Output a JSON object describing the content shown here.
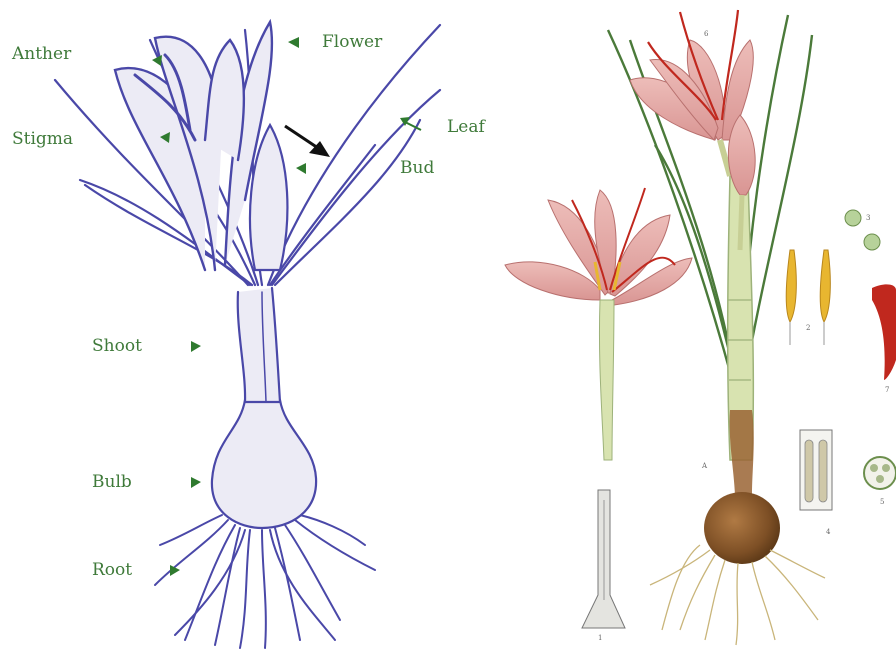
{
  "labels": {
    "anther": "Anther",
    "flower": "Flower",
    "stigma": "Stigma",
    "leaf": "Leaf",
    "bud": "Bud",
    "shoot": "Shoot",
    "bulb": "Bulb",
    "root": "Root"
  },
  "plate_marks": {
    "a": "A",
    "n1": "1",
    "n2": "2",
    "n3": "3",
    "n4": "4",
    "n5": "5",
    "n6": "6",
    "n7": "7"
  },
  "colors": {
    "label_text": "#3f7a3a",
    "arrow": "#2f7a2f",
    "sketch_ink": "#4a48a8",
    "sketch_fill": "#ecebf5",
    "petal": "#e3a9a5",
    "petal_vein": "#b8706e",
    "stigma": "#c0281e",
    "anther": "#e8b630",
    "leaf": "#4b7a3a",
    "stem": "#d8e3b0",
    "bulb": "#8a5a2b",
    "roots": "#c9b57a"
  }
}
